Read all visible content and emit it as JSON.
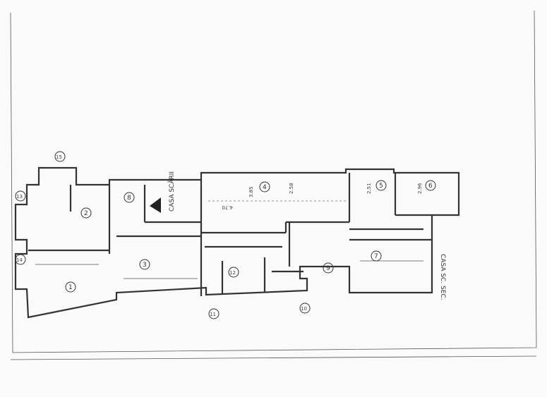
{
  "plan": {
    "stair_label": "CASA SCĂRII",
    "secondary_stair_label": "CASA SC. SEC.",
    "rooms": [
      "1",
      "2",
      "3",
      "4",
      "5",
      "6",
      "7",
      "8",
      "9",
      "10",
      "11",
      "12",
      "13",
      "14",
      "15"
    ],
    "dimensions": [
      "2.58",
      "3.85",
      "2.51",
      "2.96",
      "4.70"
    ],
    "colors": {
      "paper": "#ffffff",
      "lines": "#333333"
    }
  }
}
